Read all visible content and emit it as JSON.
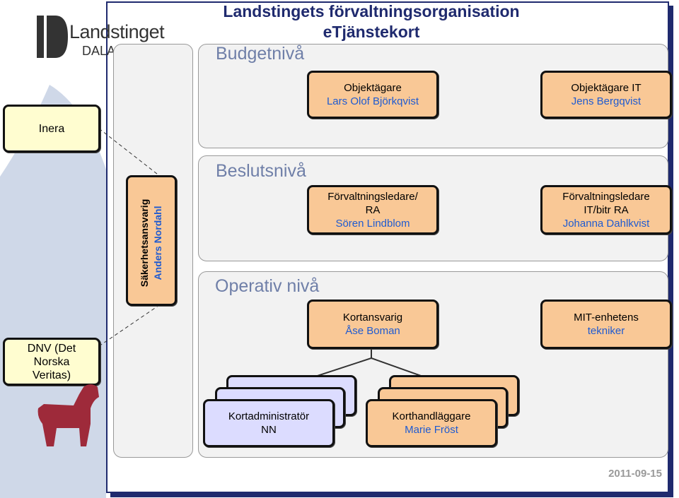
{
  "header": {
    "title_line1": "Landstingets förvaltningsorganisation",
    "title_line2": "eTjänstekort"
  },
  "logo": {
    "name": "Landstinget",
    "region": "DALA"
  },
  "levels": {
    "budget": "Budgetnivå",
    "decision": "Beslutsnivå",
    "operative": "Operativ nivå"
  },
  "boxes": {
    "owner": {
      "role": "Objektägare",
      "person": "Lars Olof Björkqvist"
    },
    "owner_it": {
      "role": "Objektägare IT",
      "person": "Jens Bergqvist"
    },
    "manager": {
      "role_line1": "Förvaltningsledare/",
      "role_line2": "RA",
      "person": "Sören Lindblom"
    },
    "manager_it": {
      "role_line1": "Förvaltningsledare",
      "role_line2": "IT/bitr RA",
      "person": "Johanna Dahlkvist"
    },
    "card_responsible": {
      "role": "Kortansvarig",
      "person": "Åse Boman"
    },
    "mit": {
      "role": "MIT-enhetens",
      "person": "tekniker"
    },
    "card_admin": {
      "role": "Kortadministratör",
      "person": "NN"
    },
    "card_handler": {
      "role": "Korthandläggare",
      "person": "Marie Fröst"
    },
    "security": {
      "role": "Säkerhetsansvarig",
      "person": "Anders Nordahl"
    },
    "inera": {
      "label": "Inera"
    },
    "dnv": {
      "line1": "DNV (Det",
      "line2": "Norska",
      "line3": "Veritas)"
    }
  },
  "footer": {
    "date": "2011-09-15"
  },
  "colors": {
    "accent": "#1f2a6e",
    "box_fill": "#f9c896",
    "person_text": "#1f5bd1",
    "horse": "#9e2a3a"
  }
}
